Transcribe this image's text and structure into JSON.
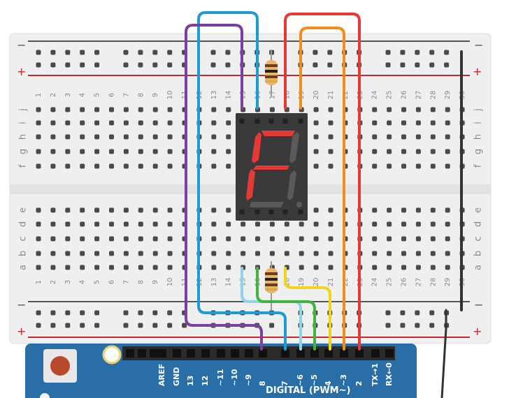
{
  "breadboard": {
    "rail_minus": "−",
    "rail_plus": "+",
    "rows_top": [
      "j",
      "i",
      "h",
      "g",
      "f"
    ],
    "rows_bottom": [
      "e",
      "d",
      "c",
      "b",
      "a"
    ],
    "columns": [
      "1",
      "2",
      "3",
      "4",
      "5",
      "6",
      "7",
      "8",
      "9",
      "10",
      "11",
      "12",
      "13",
      "14",
      "15",
      "16",
      "17",
      "18",
      "19",
      "20",
      "21",
      "22",
      "23",
      "24",
      "25",
      "26",
      "27",
      "28",
      "29",
      "30"
    ]
  },
  "arduino": {
    "pins": [
      {
        "label": "AREF"
      },
      {
        "label": "GND"
      },
      {
        "label": "13"
      },
      {
        "label": "12"
      },
      {
        "label": "~11"
      },
      {
        "label": "~10"
      },
      {
        "label": "~9"
      },
      {
        "label": "8"
      },
      {
        "label": "7"
      },
      {
        "label": "~6"
      },
      {
        "label": "~5"
      },
      {
        "label": "4"
      },
      {
        "label": "~3"
      },
      {
        "label": "2"
      },
      {
        "label": "TX→1"
      },
      {
        "label": "RX←0"
      }
    ],
    "digital_header": "DIGITAL (PWM~)"
  },
  "display": {
    "type": "seven-segment",
    "lit_segments": [
      "a",
      "f",
      "g",
      "e"
    ],
    "lit_color": "#e53935",
    "unlit_color": "#5a5a5a"
  },
  "colors": {
    "board": "#efefef",
    "red_wire": "#e53935",
    "orange_wire": "#f28c1b",
    "blue_wire": "#1e9ad6",
    "purple_wire": "#7b3fa0",
    "lightblue_wire": "#8fd3e8",
    "green_wire": "#3fb43f",
    "yellow_wire": "#f3d21a",
    "black_wire": "#333333",
    "arduino": "#2a6ea7"
  }
}
